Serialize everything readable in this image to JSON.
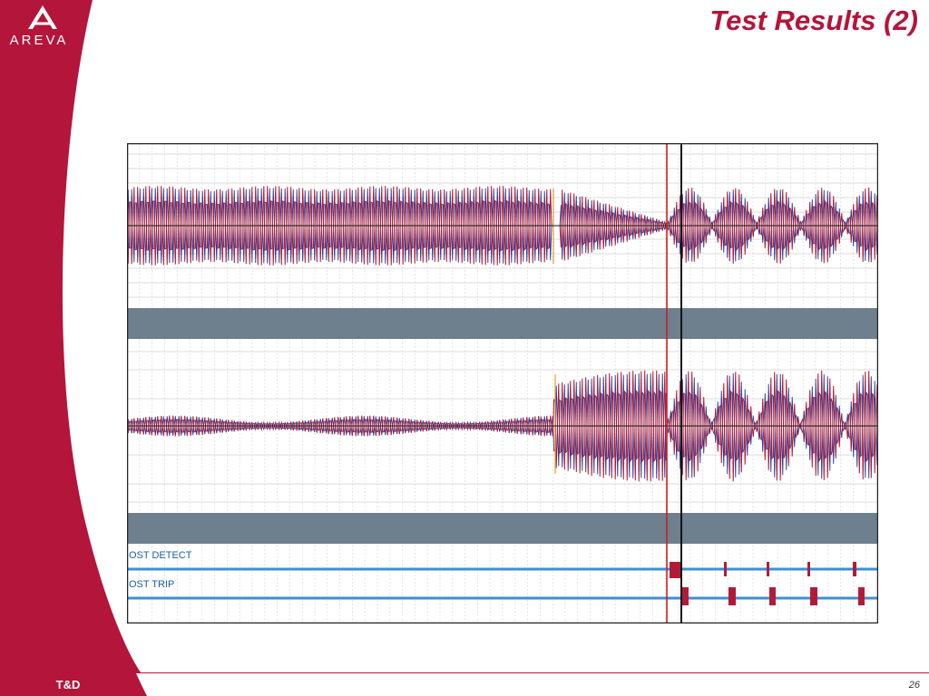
{
  "brand": {
    "logo_text": "AREVA"
  },
  "slide": {
    "title": "Test Results (2)",
    "page_number": "26"
  },
  "footer": {
    "division": "T&D"
  },
  "scope": {
    "digital_channels": [
      {
        "label": "OST DETECT"
      },
      {
        "label": "OST TRIP"
      }
    ]
  },
  "colors": {
    "brand_red": "#b4153a",
    "panel_gray": "#6e7f8e",
    "signal_red": "#b01c38",
    "signal_blue": "#2a3f9a",
    "digital_blue": "#3d8fd6",
    "cursor_red": "#cc1f1f"
  }
}
